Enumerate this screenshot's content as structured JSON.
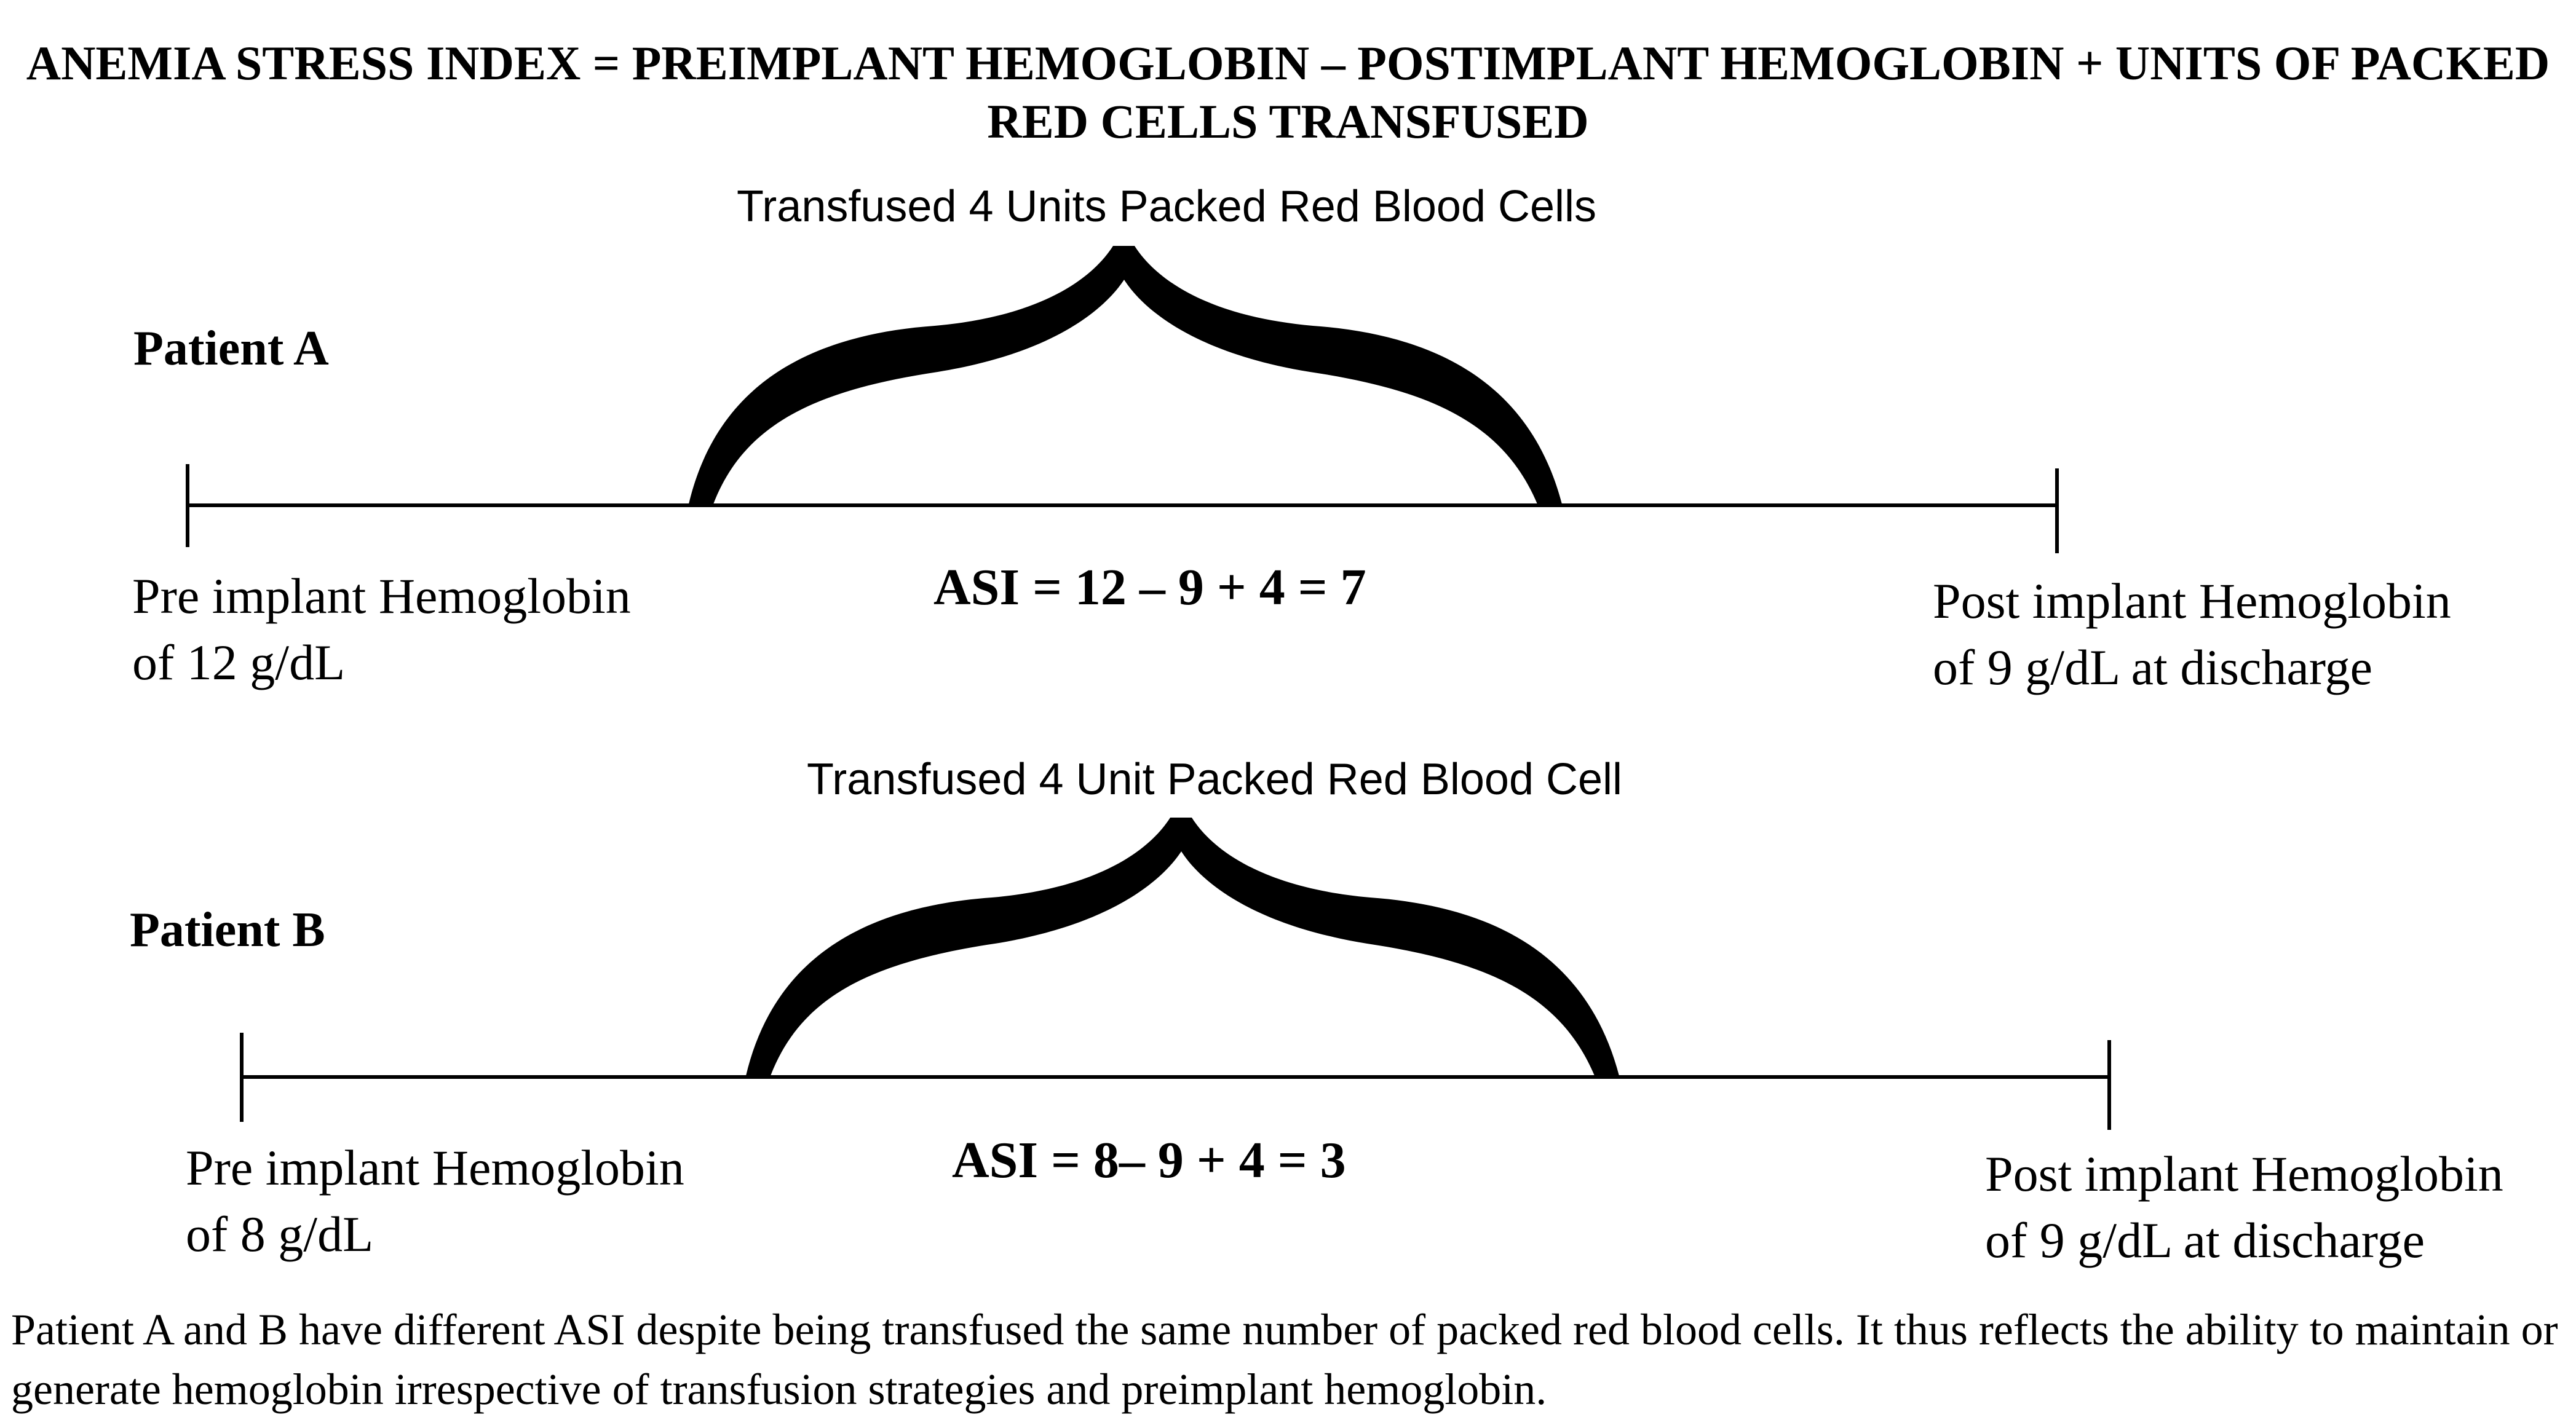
{
  "title": "ANEMIA STRESS INDEX = PREIMPLANT HEMOGLOBIN – POSTIMPLANT HEMOGLOBIN + UNITS OF PACKED RED CELLS TRANSFUSED",
  "patient_a": {
    "label": "Patient A",
    "transfusion": "Transfused 4 Units Packed Red Blood Cells",
    "pre_line1": "Pre implant Hemoglobin",
    "pre_line2": "of 12 g/dL",
    "post_line1": "Post implant Hemoglobin",
    "post_line2": "of 9 g/dL at discharge",
    "asi": "ASI = 12 – 9 + 4 = 7"
  },
  "patient_b": {
    "label": "Patient B",
    "transfusion": "Transfused 4 Unit Packed Red Blood Cell",
    "pre_line1": "Pre implant Hemoglobin",
    "pre_line2": "of 8 g/dL",
    "post_line1": "Post implant Hemoglobin",
    "post_line2": "of 9 g/dL at discharge",
    "asi": "ASI = 8– 9 + 4 = 3"
  },
  "caption": "Patient A and B have different ASI despite being transfused the same number of packed red blood cells. It thus reflects the ability to maintain or generate  hemoglobin irrespective of transfusion strategies and preimplant hemoglobin.",
  "colors": {
    "ink": "#000000",
    "background": "#ffffff"
  }
}
